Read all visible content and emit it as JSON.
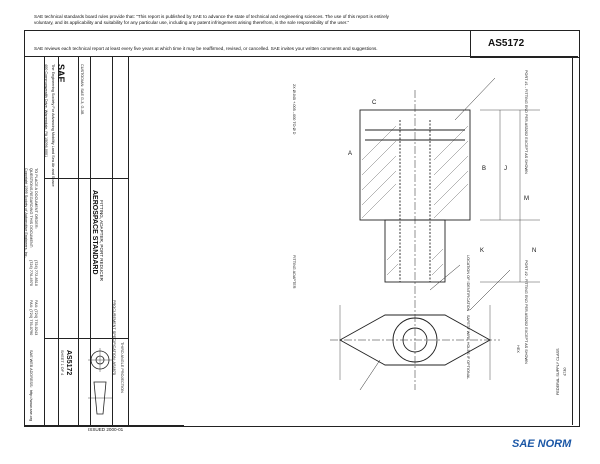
{
  "header": {
    "legal_line_1": "SAE technical standards board rules provide that: \"This report is published by SAE to advance the state of technical and engineering sciences. The use of this report is entirely",
    "legal_line_2": "voluntary, and its applicability and suitability for any particular use, including any patent infringement arising therefrom, is the sole responsibility of the user.\"",
    "legal_line_3": "SAE reviews each technical report at least every five years at which time it may be reaffirmed, revised, or cancelled. SAE invites your written comments and suggestions.",
    "doc_number": "AS5172"
  },
  "title_block": {
    "org_lines": [
      "Copyright 1999 Society of Automotive Engineers, Inc.",
      "All rights reserved.",
      "Printed in U.S.A."
    ],
    "order_lines": [
      "TO PLACE A DOCUMENT ORDER:",
      "QUESTIONS REGARDING THIS DOCUMENT:"
    ],
    "phone_lines": [
      "(724) 776-4970",
      "(724) 772-8510"
    ],
    "fax_lines": [
      "FAX: (724) 776-0790",
      "FAX: (724) 776-0243"
    ],
    "email": "SAE WEB ADDRESS:",
    "web": "http://www.sae.org",
    "logo_small": "SAE",
    "logo_caption": "The Engineering Society For Advancing Mobility Land Sea Air and Space",
    "address": "400 Commonwealth Drive, Warrendale, PA 15096-0001",
    "custodian": "CUSTODIAN: SAE G-3, G-3B",
    "aerospace_standard": "AEROSPACE STANDARD",
    "title": "FITTING, ADAPTER, PORT REDUCER",
    "procurement": "PROCUREMENT SPECIFICATION: AS4875",
    "sheet_doc": "AS5172",
    "sheet": "SHEET 1 OF 4",
    "projection": "THIRD ANGLE PROJECTION",
    "issued": "ISSUED 2000-01",
    "code": "FEDERAL SUPPLY CLASS",
    "code_val": "4730"
  },
  "drawing": {
    "port1_callout": "PORT #1 - FITTING END PER AS5202 EXCEPT AS SHOWN",
    "port2_callout": "PORT #2 - FITTING END PER AS5202 EXCEPT AS SHOWN",
    "location_callout": "LOCATION OF IDENTIFICATION",
    "safety_wire": "SAFETY WIRE HOLES IF OPTIONAL",
    "fitting_adapter_label": "FITTING ADAPTER",
    "diameter_note": "2X Ø.045 +.005 -.000 TO Ø D",
    "hex_label": "HEX",
    "dims": [
      "A",
      "B",
      "C",
      "J",
      "K",
      "M",
      "N"
    ]
  },
  "footer": {
    "brand": "SAE NORM"
  }
}
